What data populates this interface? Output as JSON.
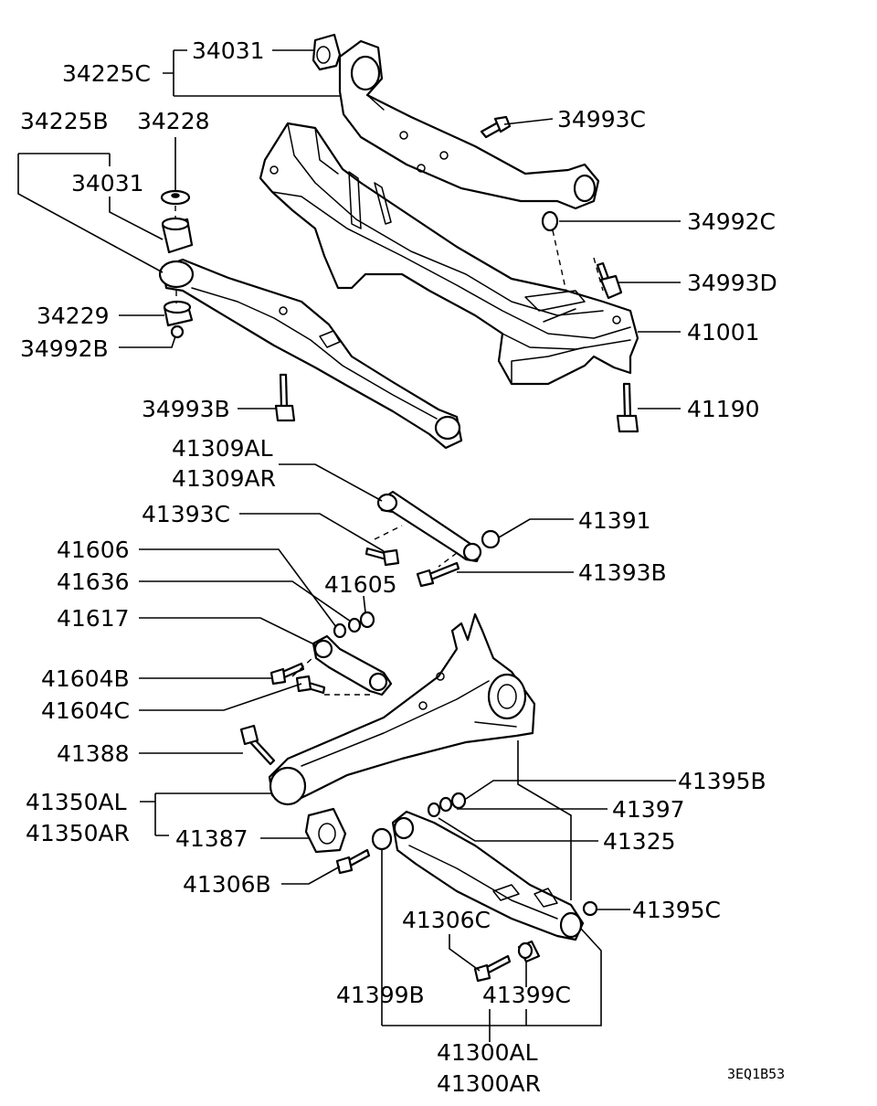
{
  "labels": {
    "p34225c": "34225C",
    "p34031_top": "34031",
    "p34993c": "34993C",
    "p34225b": "34225B",
    "p34228": "34228",
    "p34031_left": "34031",
    "p34992c": "34992C",
    "p34993d": "34993D",
    "p34229": "34229",
    "p41001": "41001",
    "p34992b": "34992B",
    "p34993b": "34993B",
    "p41190": "41190",
    "p41309al": "41309AL",
    "p41309ar": "41309AR",
    "p41393c": "41393C",
    "p41391": "41391",
    "p41606": "41606",
    "p41393b": "41393B",
    "p41636": "41636",
    "p41605": "41605",
    "p41617": "41617",
    "p41604b": "41604B",
    "p41604c": "41604C",
    "p41388": "41388",
    "p41395b": "41395B",
    "p41350al": "41350AL",
    "p41397": "41397",
    "p41350ar": "41350AR",
    "p41387": "41387",
    "p41325": "41325",
    "p41306b": "41306B",
    "p41395c": "41395C",
    "p41306c": "41306C",
    "p41399b": "41399B",
    "p41399c": "41399C",
    "p41300al": "41300AL",
    "p41300ar": "41300AR"
  },
  "diagram_code": "3EQ1B53"
}
